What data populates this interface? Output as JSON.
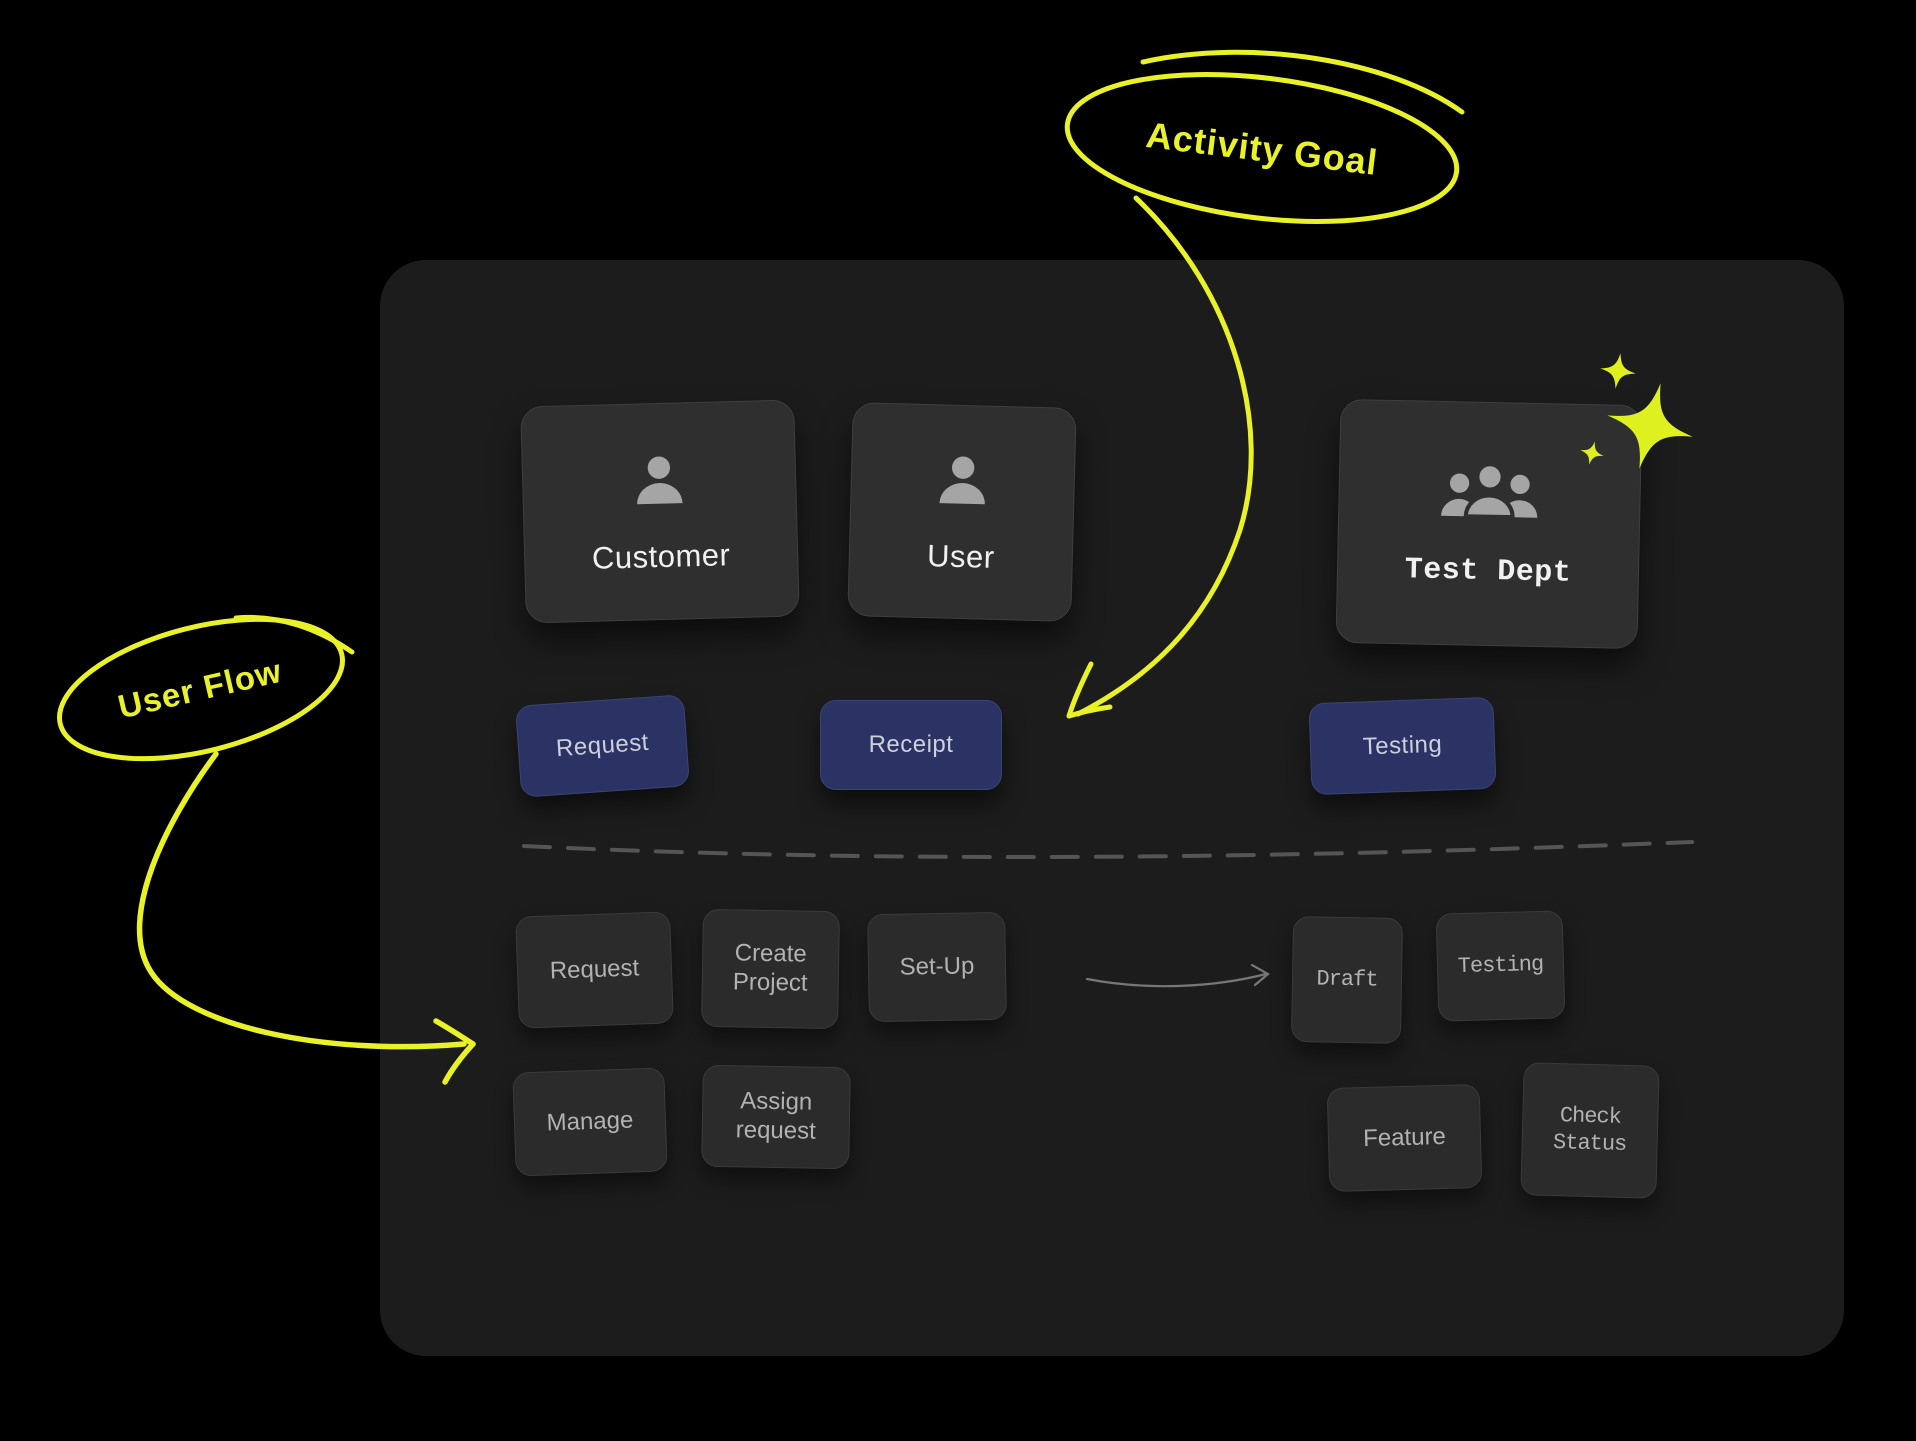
{
  "page": {
    "background": "#000000",
    "panel_background": "#1c1c1c"
  },
  "annotations": {
    "activity_goal": "Activity Goal",
    "user_flow": "User Flow",
    "accent_color": "#e9f127"
  },
  "actors": {
    "customer": {
      "label": "Customer",
      "icon": "person-icon"
    },
    "user": {
      "label": "User",
      "icon": "person-icon"
    },
    "test_dept": {
      "label": "Test Dept",
      "icon": "group-icon"
    }
  },
  "activities": {
    "request": {
      "label": "Request"
    },
    "receipt": {
      "label": "Receipt"
    },
    "testing": {
      "label": "Testing"
    },
    "badge_color": "#2a3363"
  },
  "tasks": {
    "request": "Request",
    "create_project": "Create Project",
    "set_up": "Set-Up",
    "draft": "Draft",
    "testing": "Testing",
    "manage": "Manage",
    "assign_request": "Assign request",
    "feature": "Feature",
    "check_status": "Check Status"
  },
  "colors": {
    "actor_card": "#2f2f2f",
    "task_card": "#2b2b2b",
    "icon_gray": "#a5a5a5",
    "divider": "#555555",
    "flow_arrow_gray": "#777777"
  }
}
